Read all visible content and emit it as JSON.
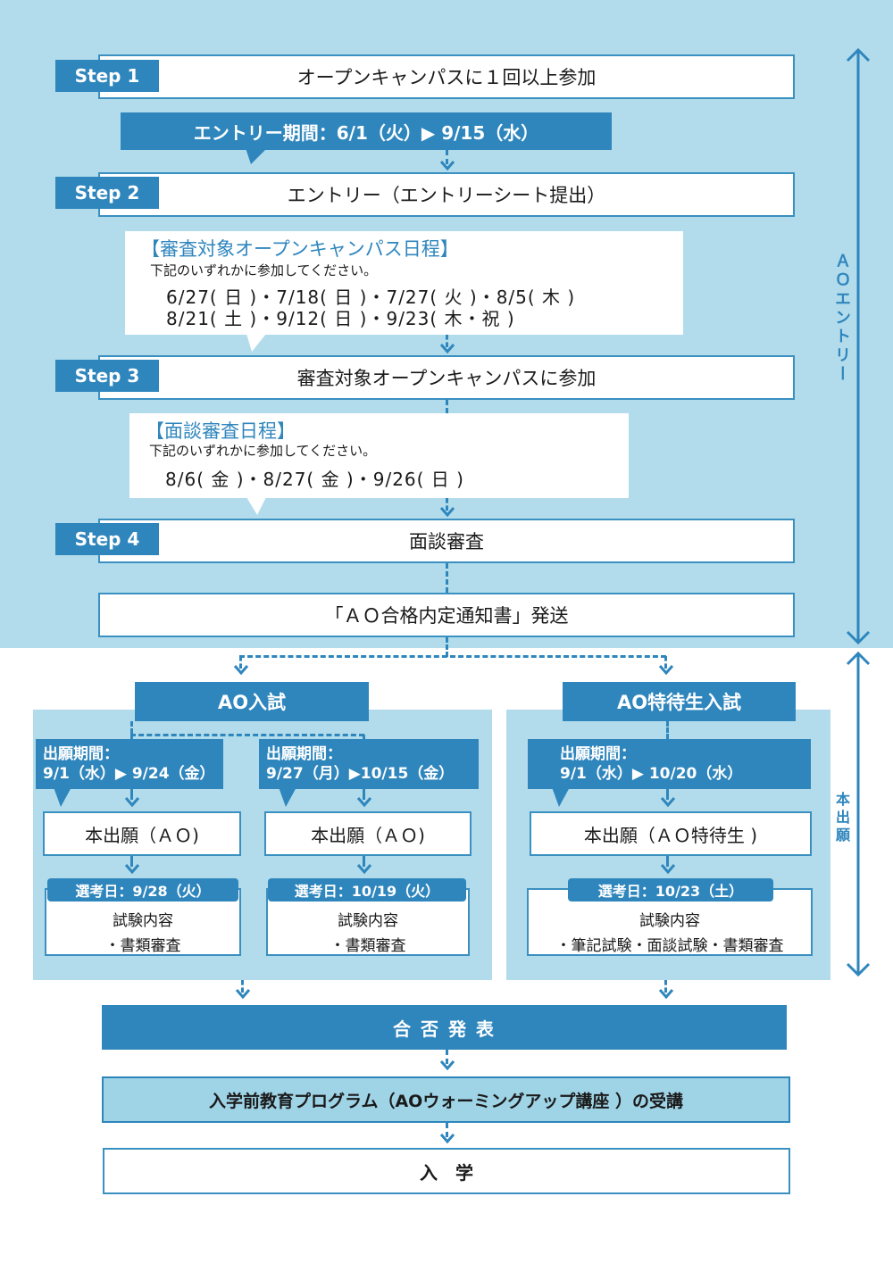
{
  "steps": [
    {
      "tab": "Step 1",
      "text": "オープンキャンパスに１回以上参加"
    },
    {
      "tab": "Step 2",
      "text": "エントリー（エントリーシート提出）"
    },
    {
      "tab": "Step 3",
      "text": "審査対象オープンキャンパスに参加"
    },
    {
      "tab": "Step 4",
      "text": "面談審査"
    }
  ],
  "entry_period": "エントリー期間：6/1（火）▶ 9/15（水）",
  "oc_schedule": {
    "title": "【審査対象オープンキャンパス日程】",
    "subtitle": "下記のいずれかに参加してください。",
    "line1": "6/27( 日 )・7/18( 日 )・7/27( 火 )・8/5( 木 )",
    "line2": "8/21( 土 )・9/12( 日 )・9/23( 木・祝 )"
  },
  "interview_schedule": {
    "title": "【面談審査日程】",
    "subtitle": "下記のいずれかに参加してください。",
    "line1": "8/6( 金 )・8/27( 金 )・9/26( 日 )"
  },
  "notice": "「ＡＯ合格内定通知書」発送",
  "side_labels": {
    "ao_entry": "ＡＯエントリー",
    "main_application": "本出願"
  },
  "ao": {
    "header": "AO入試",
    "col1": {
      "period_label": "出願期間：",
      "period": "9/1（水）▶ 9/24（金）",
      "apply": "本出願（ＡＯ)",
      "exam_day": "選考日：9/28（火）",
      "exam_title": "試験内容",
      "exam_items": "・書類審査"
    },
    "col2": {
      "period_label": "出願期間：",
      "period": "9/27（月）▶10/15（金）",
      "apply": "本出願（ＡＯ)",
      "exam_day": "選考日：10/19（火）",
      "exam_title": "試験内容",
      "exam_items": "・書類審査"
    }
  },
  "ao_special": {
    "header": "AO特待生入試",
    "period_label": "出願期間：",
    "period": "9/1（水）▶ 10/20（水）",
    "apply": "本出願（ＡＯ特待生 )",
    "exam_day": "選考日：10/23（土）",
    "exam_title": "試験内容",
    "exam_items": "・筆記試験・面談試験・書類審査"
  },
  "result": "合 否 発 表",
  "program": "入学前教育プログラム（AOウォーミングアップ講座 ）の受講",
  "enroll": "入　学",
  "colors": {
    "light_bg": "#b2dceb",
    "dark_blue": "#2f86bd",
    "light_box": "#9fd3e6"
  }
}
